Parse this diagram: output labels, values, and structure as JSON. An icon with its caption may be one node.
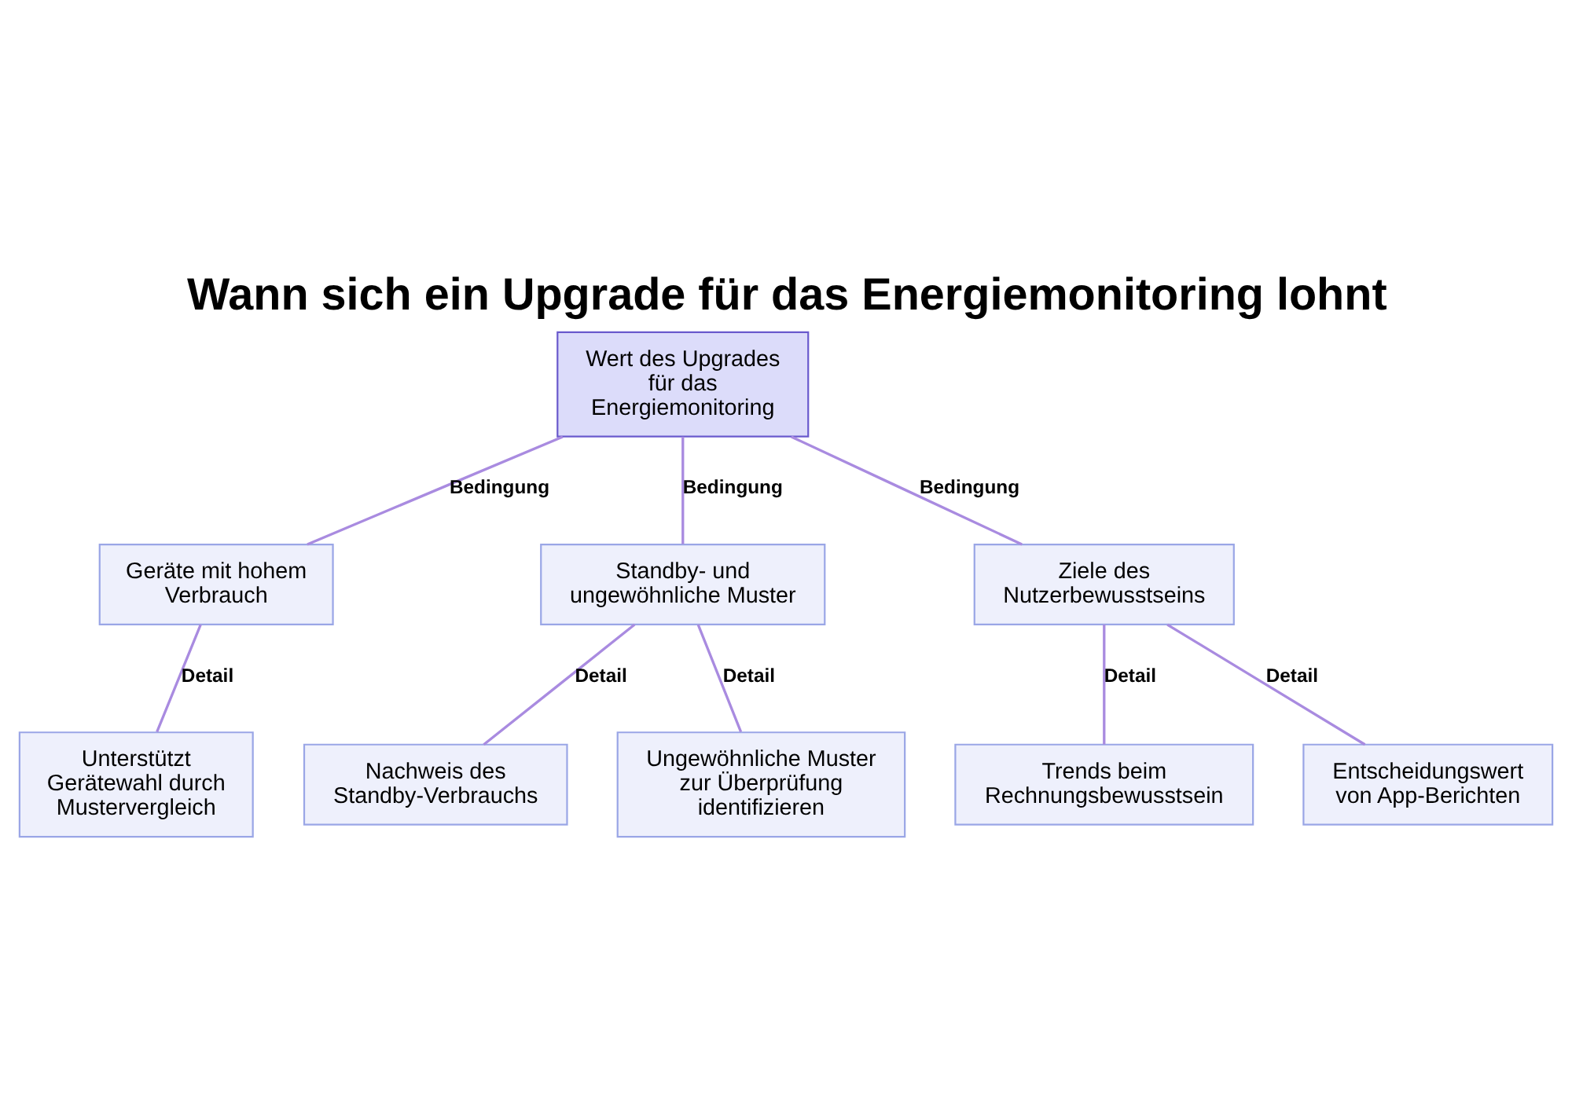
{
  "diagram": {
    "title": "Wann sich ein Upgrade für das Energiemonitoring lohnt",
    "nodes": [
      {
        "text": [
          "Wert des Upgrades für das Energiemonitoring"
        ]
      },
      {
        "text": [
          "Geräte mit hohem Verbrauch"
        ]
      },
      {
        "text": [
          "Standby- und ungewöhnliche Muster"
        ]
      },
      {
        "text": [
          "Ziele des Nutzerbewusstseins"
        ]
      },
      {
        "text": [
          "Unterstützt Gerätewahl durch Mustervergleich"
        ]
      },
      {
        "text": [
          "Nachweis des Standby-Verbrauchs"
        ]
      },
      {
        "text": [
          "Ungewöhnliche Muster zur Überprüfung identifizieren"
        ]
      },
      {
        "text": [
          "Trends beim Rechnungsbewusstsein"
        ]
      },
      {
        "text": [
          "Entscheidungswert von App-Berichten"
        ]
      }
    ],
    "edges": [
      {
        "from": 0,
        "to": 1,
        "arrow": "none",
        "label": "Bedingung"
      },
      {
        "from": 0,
        "to": 2,
        "arrow": "none",
        "label": "Bedingung"
      },
      {
        "from": 0,
        "to": 3,
        "arrow": "none",
        "label": "Bedingung"
      },
      {
        "from": 1,
        "to": 4,
        "arrow": "none",
        "label": "Detail"
      },
      {
        "from": 2,
        "to": 5,
        "arrow": "none",
        "label": "Detail"
      },
      {
        "from": 2,
        "to": 6,
        "arrow": "none",
        "label": "Detail"
      },
      {
        "from": 3,
        "to": 7,
        "arrow": "none",
        "label": "Detail"
      },
      {
        "from": 3,
        "to": 8,
        "arrow": "none",
        "label": "Detail"
      }
    ]
  }
}
